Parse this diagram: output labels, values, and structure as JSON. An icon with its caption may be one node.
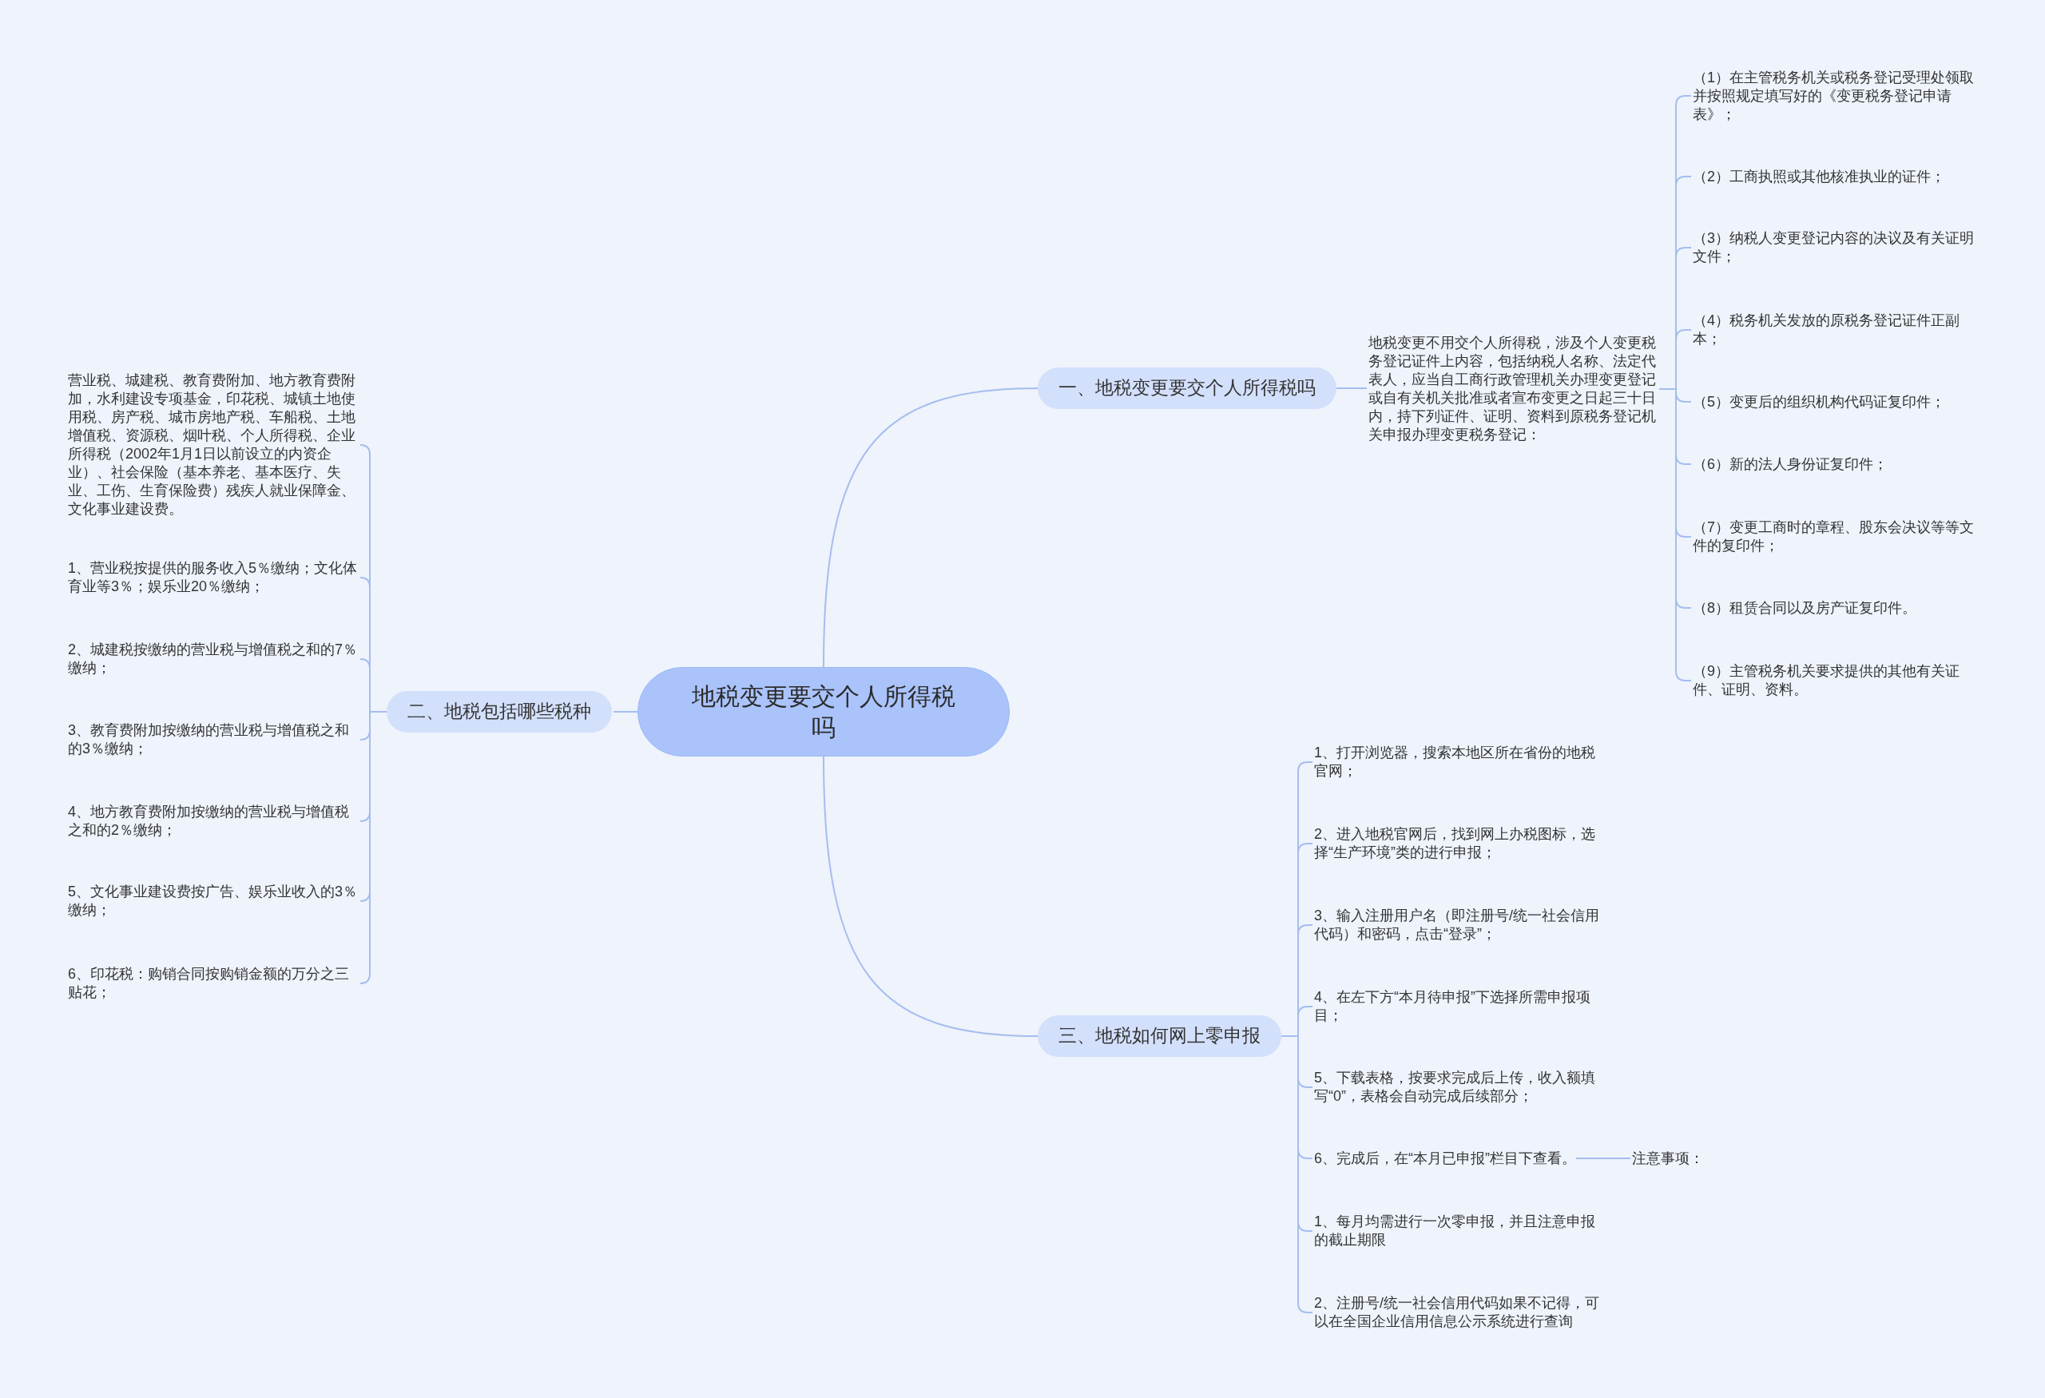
{
  "diagram": {
    "nodes": [
      {
        "text": [
          "地税变更要交个人所得税吗"
        ]
      },
      {
        "text": [
          "一、地税变更要交个人所得税吗"
        ]
      },
      {
        "text": [
          "地税变更不用交个人所得税，涉及个人变更税务登记证件上内容，包括纳税人名称、法定代表人，应当自工商行政管理机关办理变更登记或自有关机关批准或者宣布变更之日起三十日内，持下列证件、证明、资料到原税务登记机关申报办理变更税务登记："
        ]
      },
      {
        "text": [
          "（1）在主管税务机关或税务登记受理处领取并按照规定填写好的《变更税务登记申请表》；"
        ]
      },
      {
        "text": [
          "（2）工商执照或其他核准执业的证件；"
        ]
      },
      {
        "text": [
          "（3）纳税人变更登记内容的决议及有关证明文件；"
        ]
      },
      {
        "text": [
          "（4）税务机关发放的原税务登记证件正副本；"
        ]
      },
      {
        "text": [
          "（5）变更后的组织机构代码证复印件；"
        ]
      },
      {
        "text": [
          "（6）新的法人身份证复印件；"
        ]
      },
      {
        "text": [
          "（7）变更工商时的章程、股东会决议等等文件的复印件；"
        ]
      },
      {
        "text": [
          "（8）租赁合同以及房产证复印件。"
        ]
      },
      {
        "text": [
          "（9）主管税务机关要求提供的其他有关证件、证明、资料。"
        ]
      },
      {
        "text": [
          "二、地税包括哪些税种"
        ]
      },
      {
        "text": [
          "营业税、城建税、教育费附加、地方教育费附加，水利建设专项基金，印花税、城镇土地使用税、房产税、城市房地产税、车船税、土地增值税、资源税、烟叶税、个人所得税、企业所得税（2002年1月1日以前设立的内资企业）、社会保险（基本养老、基本医疗、失业、工伤、生育保险费）残疾人就业保障金、文化事业建设费。"
        ]
      },
      {
        "text": [
          "1、营业税按提供的服务收入5％缴纳；文化体育业等3％；娱乐业20％缴纳；"
        ]
      },
      {
        "text": [
          "2、城建税按缴纳的营业税与增值税之和的7％缴纳；"
        ]
      },
      {
        "text": [
          "3、教育费附加按缴纳的营业税与增值税之和的3％缴纳；"
        ]
      },
      {
        "text": [
          "4、地方教育费附加按缴纳的营业税与增值税之和的2％缴纳；"
        ]
      },
      {
        "text": [
          "5、文化事业建设费按广告、娱乐业收入的3％缴纳；"
        ]
      },
      {
        "text": [
          "6、印花税：购销合同按购销金额的万分之三贴花；"
        ]
      },
      {
        "text": [
          "三、地税如何网上零申报"
        ]
      },
      {
        "text": [
          "1、打开浏览器，搜索本地区所在省份的地税官网；"
        ]
      },
      {
        "text": [
          "2、进入地税官网后，找到网上办税图标，选择“生产环境”类的进行申报；"
        ]
      },
      {
        "text": [
          "3、输入注册用户名（即注册号/统一社会信用代码）和密码，点击“登录”；"
        ]
      },
      {
        "text": [
          "4、在左下方“本月待申报”下选择所需申报项目；"
        ]
      },
      {
        "text": [
          "5、下载表格，按要求完成后上传，收入额填写“0”，表格会自动完成后续部分；"
        ]
      },
      {
        "text": [
          "6、完成后，在“本月已申报”栏目下查看。"
        ]
      },
      {
        "text": [
          "注意事项："
        ]
      },
      {
        "text": [
          "1、每月均需进行一次零申报，并且注意申报的截止期限"
        ]
      },
      {
        "text": [
          "2、注册号/统一社会信用代码如果不记得，可以在全国企业信用信息公示系统进行查询"
        ]
      }
    ],
    "edges": [
      {
        "from": 0,
        "to": 1,
        "arrow": "none"
      },
      {
        "from": 1,
        "to": 2,
        "arrow": "none"
      },
      {
        "from": 2,
        "to": 3,
        "arrow": "none"
      },
      {
        "from": 2,
        "to": 4,
        "arrow": "none"
      },
      {
        "from": 2,
        "to": 5,
        "arrow": "none"
      },
      {
        "from": 2,
        "to": 6,
        "arrow": "none"
      },
      {
        "from": 2,
        "to": 7,
        "arrow": "none"
      },
      {
        "from": 2,
        "to": 8,
        "arrow": "none"
      },
      {
        "from": 2,
        "to": 9,
        "arrow": "none"
      },
      {
        "from": 2,
        "to": 10,
        "arrow": "none"
      },
      {
        "from": 2,
        "to": 11,
        "arrow": "none"
      },
      {
        "from": 0,
        "to": 12,
        "arrow": "none"
      },
      {
        "from": 12,
        "to": 13,
        "arrow": "none"
      },
      {
        "from": 12,
        "to": 14,
        "arrow": "none"
      },
      {
        "from": 12,
        "to": 15,
        "arrow": "none"
      },
      {
        "from": 12,
        "to": 16,
        "arrow": "none"
      },
      {
        "from": 12,
        "to": 17,
        "arrow": "none"
      },
      {
        "from": 12,
        "to": 18,
        "arrow": "none"
      },
      {
        "from": 12,
        "to": 19,
        "arrow": "none"
      },
      {
        "from": 0,
        "to": 20,
        "arrow": "none"
      },
      {
        "from": 20,
        "to": 21,
        "arrow": "none"
      },
      {
        "from": 20,
        "to": 22,
        "arrow": "none"
      },
      {
        "from": 20,
        "to": 23,
        "arrow": "none"
      },
      {
        "from": 20,
        "to": 24,
        "arrow": "none"
      },
      {
        "from": 20,
        "to": 25,
        "arrow": "none"
      },
      {
        "from": 20,
        "to": 26,
        "arrow": "none"
      },
      {
        "from": 20,
        "to": 28,
        "arrow": "none"
      },
      {
        "from": 20,
        "to": 29,
        "arrow": "none"
      },
      {
        "from": 26,
        "to": 27,
        "arrow": "none"
      }
    ]
  }
}
